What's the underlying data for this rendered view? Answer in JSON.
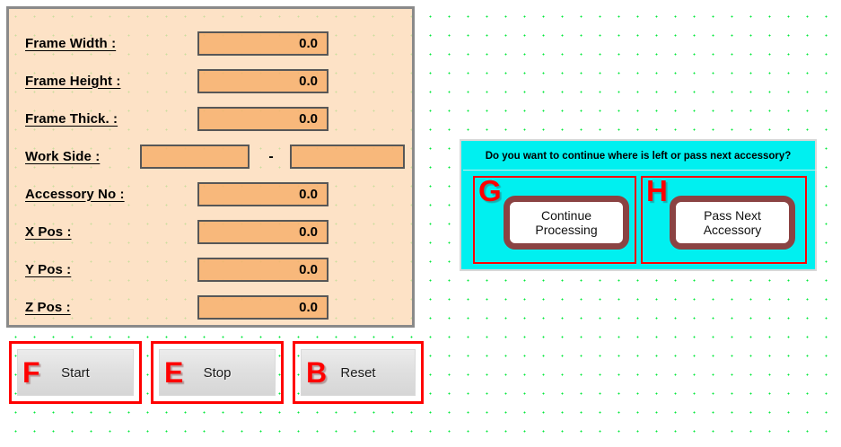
{
  "background": {
    "dot_color": "#00e83a",
    "page_color": "#ffffff"
  },
  "panel": {
    "fill_color": "#fcdbb8",
    "border_color": "#8a8a8a",
    "field_color": "#f7ae6a",
    "rows": [
      {
        "label": "Frame Width :",
        "value": "0.0",
        "type": "value"
      },
      {
        "label": "Frame Height :",
        "value": "0.0",
        "type": "value"
      },
      {
        "label": "Frame Thick. :",
        "value": "0.0",
        "type": "value"
      },
      {
        "label": "Work Side :",
        "value": "",
        "value2": "",
        "separator": "-",
        "type": "pair"
      },
      {
        "label": "Accessory No :",
        "value": "0.0",
        "type": "value"
      },
      {
        "label": "X Pos :",
        "value": "0.0",
        "type": "value"
      },
      {
        "label": "Y Pos :",
        "value": "0.0",
        "type": "value"
      },
      {
        "label": "Z Pos :",
        "value": "0.0",
        "type": "value"
      }
    ]
  },
  "commands": {
    "annotation_color": "#ff0000",
    "buttons": [
      {
        "letter": "F",
        "label": "Start"
      },
      {
        "letter": "E",
        "label": "Stop"
      },
      {
        "letter": "B",
        "label": "Reset"
      }
    ]
  },
  "dialog": {
    "background_color": "#00f0f0",
    "question": "Do you want to continue where is left or pass next accessory?",
    "choices": [
      {
        "letter": "G",
        "line1": "Continue",
        "line2": "Processing"
      },
      {
        "letter": "H",
        "line1": "Pass Next",
        "line2": "Accessory"
      }
    ]
  }
}
